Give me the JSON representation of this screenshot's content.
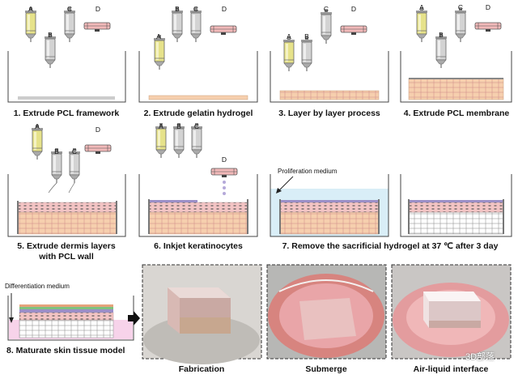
{
  "syringe_labels": {
    "a": "A",
    "b": "B",
    "c": "C",
    "d": "D"
  },
  "steps": [
    {
      "id": "1",
      "text": "1. Extrude PCL framework"
    },
    {
      "id": "2",
      "text": "2. Extrude gelatin hydrogel"
    },
    {
      "id": "3",
      "text": "3. Layer by layer process"
    },
    {
      "id": "4",
      "text": "4. Extrude PCL membrane"
    },
    {
      "id": "5",
      "text": "5. Extrude dermis layers",
      "text2": "with PCL wall"
    },
    {
      "id": "6",
      "text": "6. Inkjet keratinocytes"
    },
    {
      "id": "7",
      "text": "7. Remove the sacrificial hydrogel at 37 ℃ after 3 day"
    },
    {
      "id": "8",
      "text": "8. Maturate skin tissue model"
    }
  ],
  "annotations": {
    "proliferation_medium": "Proliferation medium",
    "differentiation_medium": "Differentiation medium"
  },
  "photos": [
    {
      "label": "Fabrication"
    },
    {
      "label": "Submerge"
    },
    {
      "label": "Air-liquid interface"
    }
  ],
  "watermark": "3D部落",
  "colors": {
    "syringe_yellow": "#e6e28a",
    "syringe_gray": "#c9c9c9",
    "hydrogel_peach": "#f6cfae",
    "dermis_pink": "#f3c4c4",
    "medium_blue": "#d9eef7",
    "diff_medium_pink": "#f7d3ea",
    "photo_pink": "#e9a5a8"
  }
}
